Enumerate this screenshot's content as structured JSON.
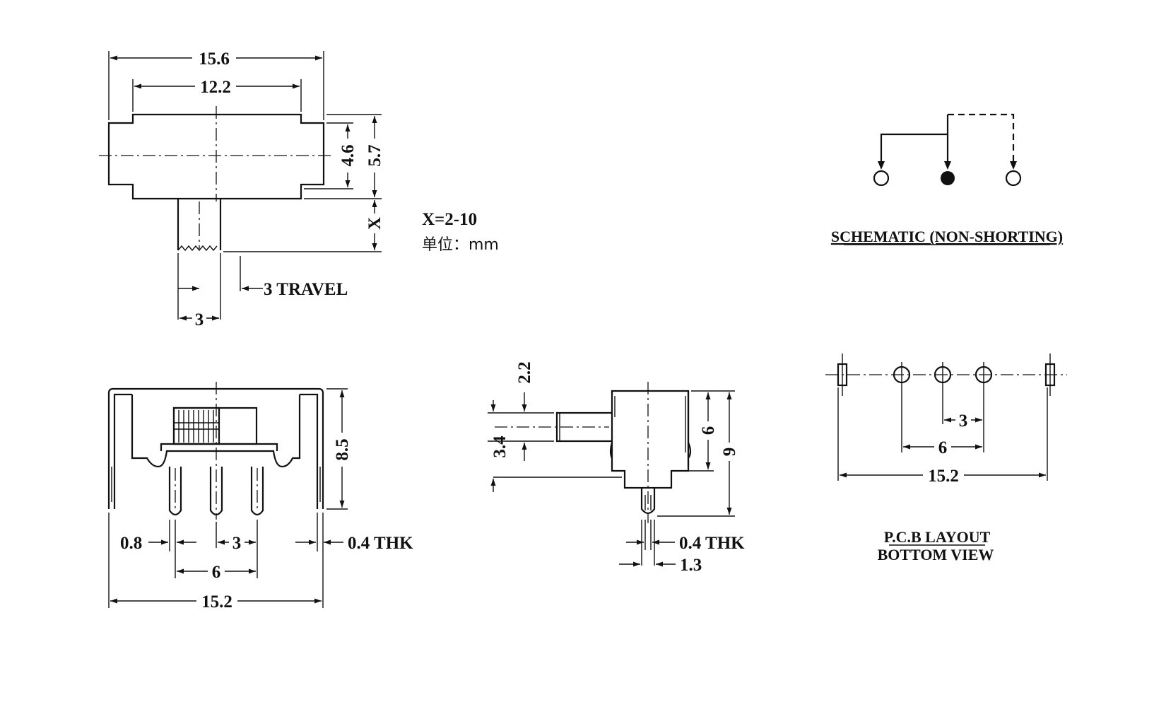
{
  "top_view": {
    "width_overall": "15.6",
    "width_inner": "12.2",
    "height_inner": "4.6",
    "height_overall": "5.7",
    "actuator_height": "X",
    "actuator_width": "3",
    "travel": "3 TRAVEL"
  },
  "note": {
    "x_range": "X=2-10",
    "unit": "单位：mm"
  },
  "front_view": {
    "height": "8.5",
    "tab_width": "0.8",
    "pin_pitch": "3",
    "pin_span": "6",
    "leg_span": "15.2",
    "thickness": "0.4 THK"
  },
  "side_view": {
    "actuator_offset": "2.2",
    "actuator_height": "3.4",
    "body_height": "6",
    "total_height": "9",
    "pin_thickness": "0.4 THK",
    "pin_width": "1.3"
  },
  "schematic": {
    "title": "SCHEMATIC (NON-SHORTING)"
  },
  "pcb": {
    "pitch": "3",
    "span_inner": "6",
    "span_outer": "15.2",
    "title_line1": "P.C.B LAYOUT",
    "title_line2": "BOTTOM VIEW"
  }
}
